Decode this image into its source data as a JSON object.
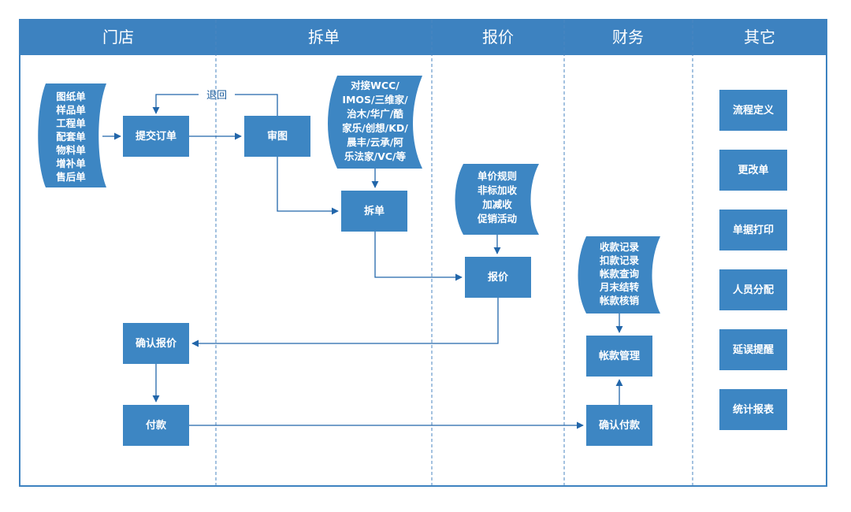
{
  "lanes": [
    "门店",
    "拆单",
    "报价",
    "财务",
    "其它"
  ],
  "colors": {
    "header": "#3d82c0",
    "box": "#3d86c3",
    "line": "#2266aa",
    "border": "#3d82c0",
    "divider": "#4a86c0"
  },
  "docs": {
    "store_orders": [
      "图纸单",
      "样品单",
      "工程单",
      "配套单",
      "物料单",
      "增补单",
      "售后单"
    ],
    "software": [
      "对接WCC/",
      "IMOS/三维家/",
      "治木/华广/酷",
      "家乐/创想/KD/",
      "晨丰/云承/阿",
      "乐法家/VC/等"
    ],
    "pricing_rules": [
      "单价规则",
      "非标加收",
      "加减收",
      "促销活动"
    ],
    "finance_ops": [
      "收款记录",
      "扣款记录",
      "帐款查询",
      "月末结转",
      "帐款核销"
    ]
  },
  "boxes": {
    "submit_order": "提交订单",
    "review_drawing": "审图",
    "split_order": "拆单",
    "quote": "报价",
    "confirm_quote": "确认报价",
    "payment": "付款",
    "account_mgmt": "帐款管理",
    "confirm_payment": "确认付款"
  },
  "edge_labels": {
    "return": "退回"
  },
  "other_items": [
    "流程定义",
    "更改单",
    "单据打印",
    "人员分配",
    "延误提醒",
    "统计报表"
  ]
}
